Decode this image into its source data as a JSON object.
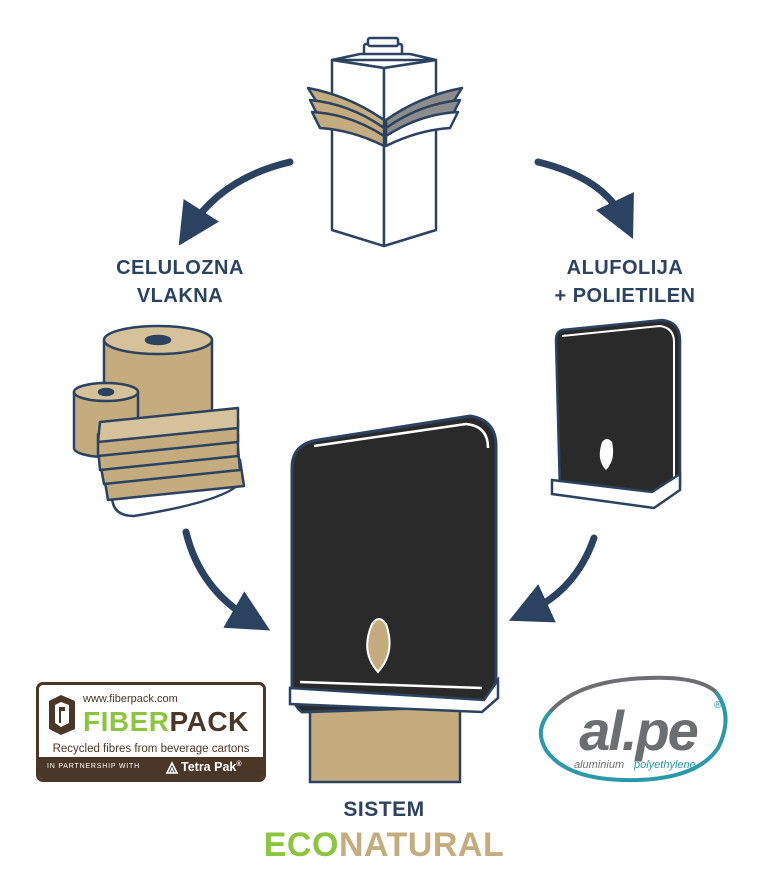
{
  "labels": {
    "left": [
      "CELULOZNA",
      "VLAKNA"
    ],
    "right": [
      "ALUFOLIJA",
      "+ POLIETILEN"
    ]
  },
  "system": {
    "title": "SISTEM",
    "brand_eco": "ECO",
    "brand_natural": "NATURAL"
  },
  "fiberpack": {
    "url": "www.fiberpack.com",
    "name_fiber": "FIBER",
    "name_pack": "PACK",
    "tagline": "Recycled fibres from beverage cartons",
    "partnership": "IN PARTNERSHIP WITH",
    "partner_name": "Tetra Pak",
    "partner_mark": "®"
  },
  "alpe": {
    "name": "al.pe",
    "mark": "®",
    "left_word": "aluminium",
    "right_word": "polyethylene"
  },
  "colors": {
    "navy": "#2b4360",
    "kraft": "#c4ac7e",
    "dispenser": "#2a2a2a",
    "eco_green": "#8cc63f",
    "fiberpack_brown": "#4a3728",
    "alpe_teal": "#2a9aa8",
    "alpe_gray": "#6d6e70"
  }
}
